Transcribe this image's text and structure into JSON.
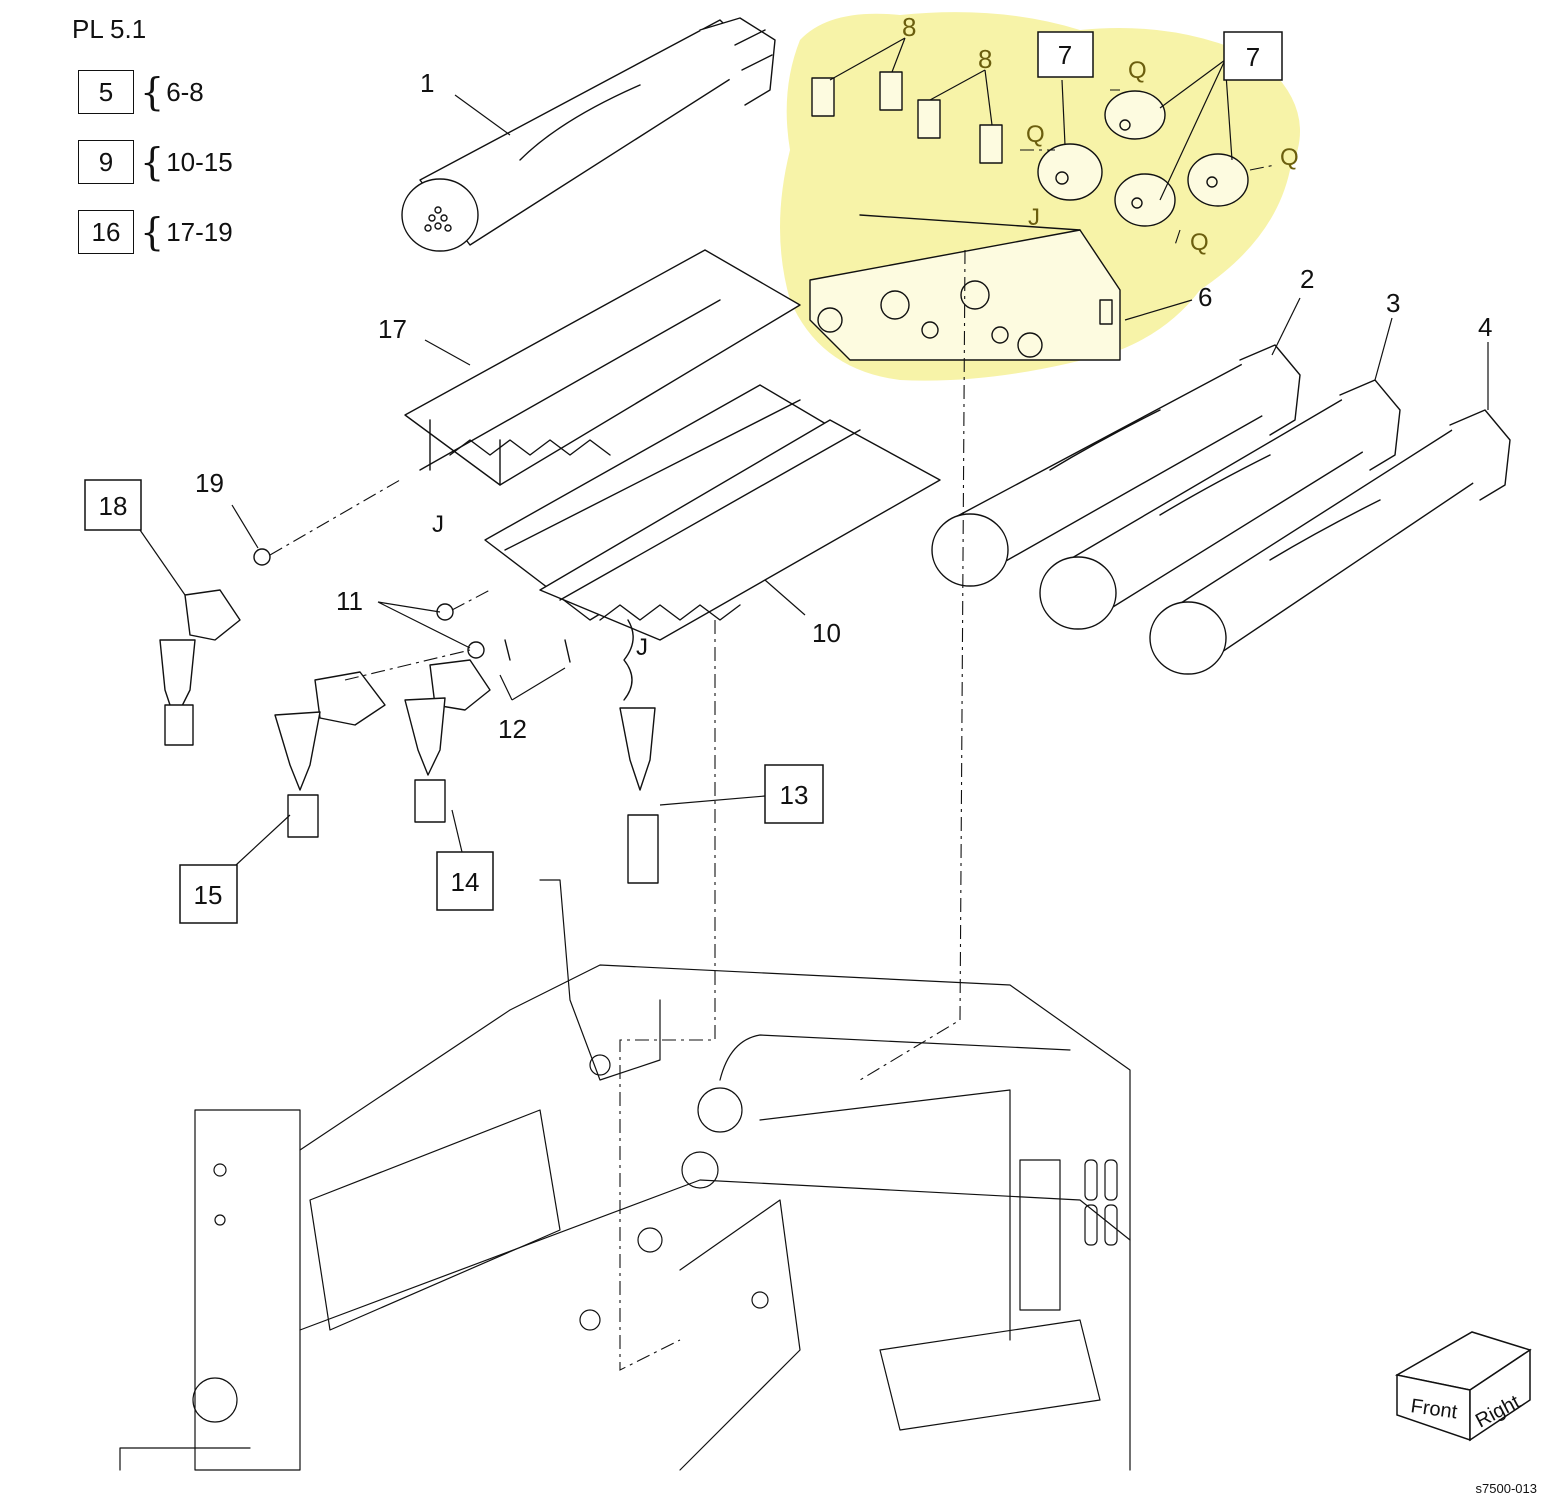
{
  "plate_title": "PL 5.1",
  "groups": [
    {
      "box": "5",
      "range": "6-8"
    },
    {
      "box": "9",
      "range": "10-15"
    },
    {
      "box": "16",
      "range": "17-19"
    }
  ],
  "callouts": {
    "c1": "1",
    "c2": "2",
    "c3": "3",
    "c4": "4",
    "c6": "6",
    "c7a": "7",
    "c7b": "7",
    "c8a": "8",
    "c8b": "8",
    "c10": "10",
    "c11": "11",
    "c12": "12",
    "c13": "13",
    "c14": "14",
    "c15": "15",
    "c17": "17",
    "c18": "18",
    "c19": "19"
  },
  "connectors": {
    "q1": "Q",
    "q2": "Q",
    "q3": "Q",
    "q4": "Q",
    "j1": "J",
    "j2": "J",
    "j3": "J"
  },
  "orientation": {
    "front": "Front",
    "right": "Right"
  },
  "figure_id": "s7500-013",
  "highlight_color": "#f7f3a8",
  "line_color": "#111111"
}
